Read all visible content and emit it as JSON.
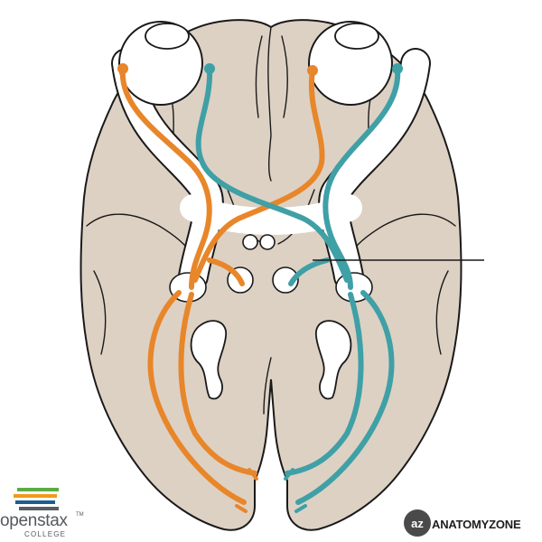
{
  "branding": {
    "openstax_name": "openstax",
    "openstax_tm": "TM",
    "openstax_sub": "COLLEGE",
    "az_badge": "az",
    "az_name": "ANATOMYZONE"
  },
  "colors": {
    "brain": "#ddd1c4",
    "outline": "#1a1a1a",
    "orange_pathway": "#e8862a",
    "teal_pathway": "#3fa0a6",
    "openstax_stripes": [
      "#5eab43",
      "#f09a1d",
      "#1f5d8f",
      "#595d5f"
    ]
  },
  "icons": {
    "openstax_logo": "openstax-stripes-icon",
    "az_logo": "az-circle-icon"
  }
}
